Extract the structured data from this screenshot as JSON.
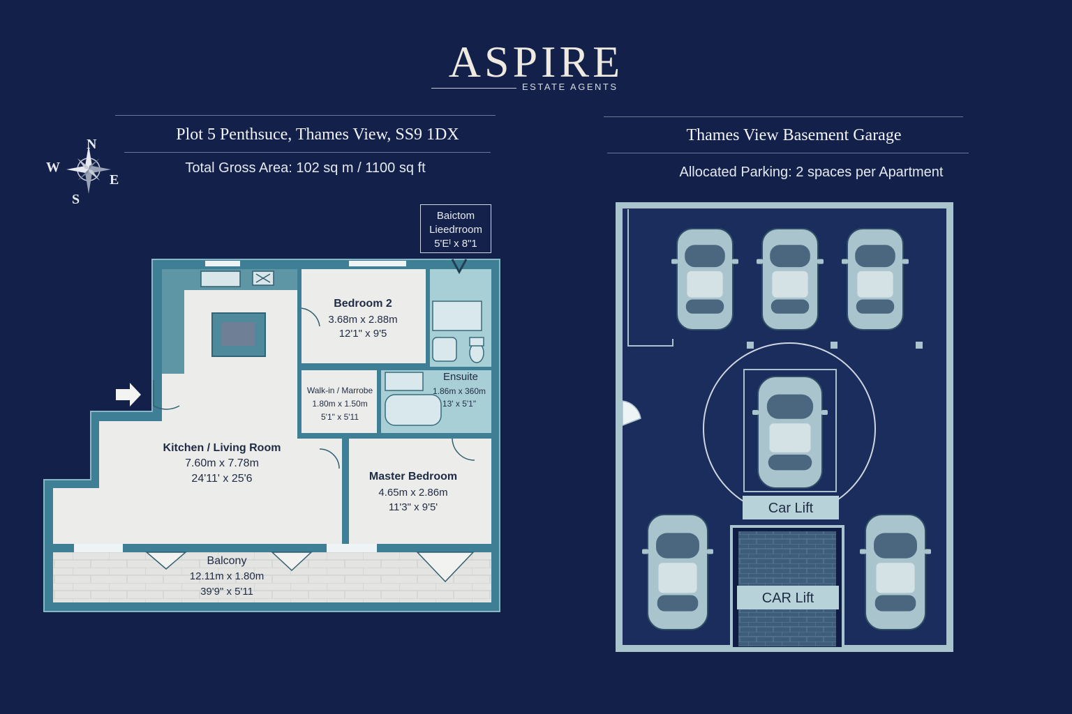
{
  "brand": {
    "name": "ASPIRE",
    "tagline": "ESTATE AGENTS"
  },
  "plan": {
    "title": "Plot 5 Penthsuce, Thames View, SS9 1DX",
    "area": "Total Gross Area:  102 sq m / 1100 sq ft",
    "compass": {
      "n": "N",
      "s": "S",
      "e": "E",
      "w": "W"
    },
    "balcony_tag": [
      "Baictom",
      "Lieedrroom",
      "5'Eᴵ x 8\"1"
    ],
    "rooms": {
      "kitchen": {
        "name": "Kitchen / Living Room",
        "metric": "7.60m x 7.78m",
        "imperial": "24'11' x 25'6"
      },
      "bedroom2": {
        "name": "Bedroom 2",
        "metric": "3.68m x 2.88m",
        "imperial": "12'1\" x 9'5"
      },
      "walkin": {
        "name": "Walk-in / Marrobe",
        "metric": "1.80m x 1.50m",
        "imperial": "5'1\" x 5'11"
      },
      "ensuite": {
        "name": "Ensuite",
        "metric": "1.86m x 360m",
        "imperial": "13' x 5'1\""
      },
      "master": {
        "name": "Master Bedroom",
        "metric": "4.65m x 2.86m",
        "imperial": "11'3\" x 9'5'"
      },
      "balcony": {
        "name": "Balcony",
        "metric": "12.11m x 1.80m",
        "imperial": "39'9\" x 5'11"
      }
    }
  },
  "garage": {
    "title": "Thames View Basement Garage",
    "parking": "Allocated Parking: 2 spaces per Apartment",
    "lift_label": "Car Lift",
    "lift_label_lower": "CAR Lift"
  },
  "colors": {
    "background": "#13204a",
    "wall": "#3f7f95",
    "floor": "#ededed",
    "ensuite_floor": "#a9cfd6",
    "car_body": "#a9c4cc"
  }
}
